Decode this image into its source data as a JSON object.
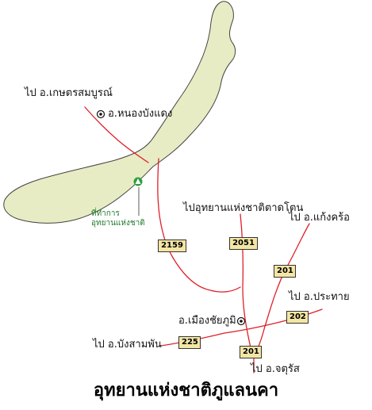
{
  "title": "อุทยานแห่งชาติภูแลนคา",
  "colors": {
    "park_fill": "#e8ecc4",
    "park_outline": "#444444",
    "road": "#e0202a",
    "shield_fill": "#f3e6a5",
    "hq_symbol": "#2e9e3e",
    "hq_label": "#1f7a2a"
  },
  "labels": {
    "to_kaset_sombun": "ไป  อ.เกษตรสมบูรณ์",
    "nong_bua_daeng": "อ.หนองบังแดง",
    "park_hq_line1": "ที่ทำการ",
    "park_hq_line2": "อุทยานแห่งชาติ",
    "to_tat_ton": "ไปอุทยานแห่งชาติตาดโตน",
    "to_kaeng_khro": "ไป  อ.แก้งคร้อ",
    "to_prathai": "ไป  อ.ประทาย",
    "mueang_chaiyaphum": "อ.เมืองชัยภูมิ",
    "to_ban_sam_phan": "ไป  อ.บังสามพัน",
    "to_chatturat": "ไป  อ.จตุรัส"
  },
  "route_shields": {
    "r2159": "2159",
    "r2051": "2051",
    "r201_north": "201",
    "r202": "202",
    "r225": "225",
    "r201_south": "201"
  },
  "icons": {
    "town_marker": "double-circle-icon",
    "hq_marker": "park-headquarters-icon"
  }
}
